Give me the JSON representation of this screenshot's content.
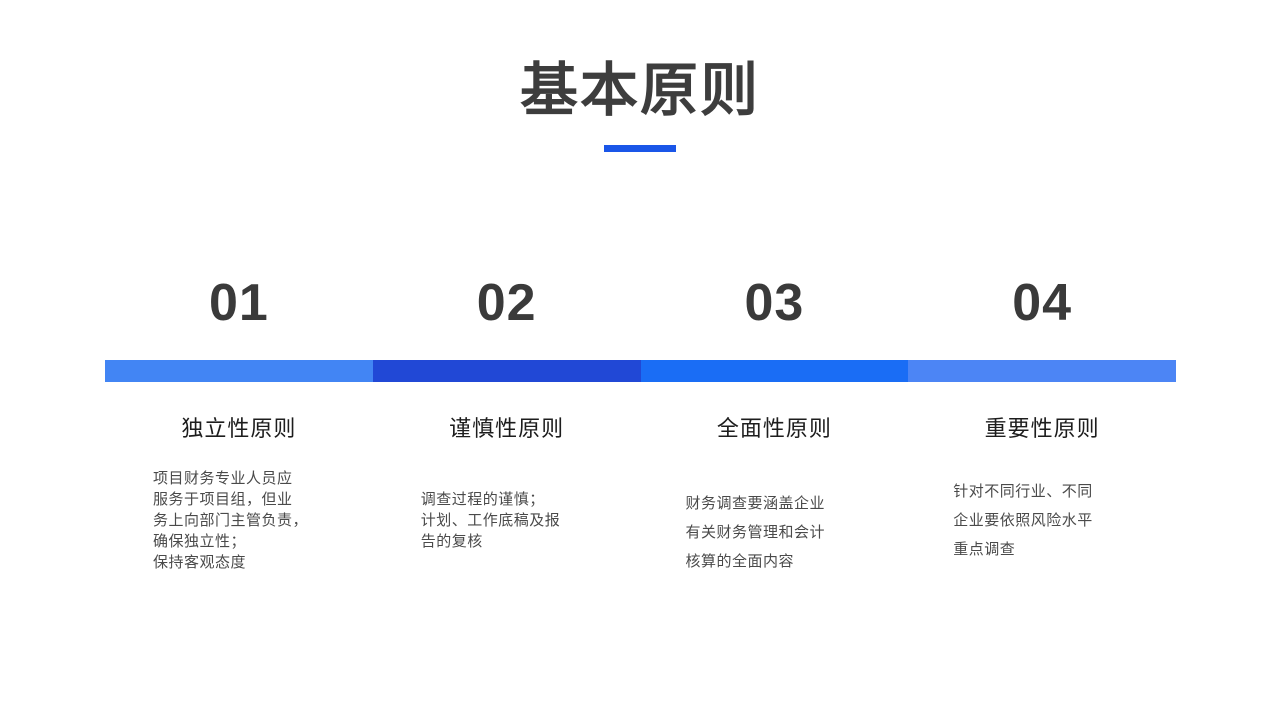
{
  "slide": {
    "background_color": "#ffffff",
    "title": "基本原则",
    "title_color": "#3d3d3d",
    "accent_color": "#1a56e8"
  },
  "steps": [
    {
      "number": "01",
      "heading": "独立性原则",
      "body": "项目财务专业人员应\n服务于项目组，但业\n务上向部门主管负责，\n确保独立性；\n保持客观态度",
      "bar_color": "#4285f4"
    },
    {
      "number": "02",
      "heading": "谨慎性原则",
      "body": "调查过程的谨慎；\n计划、工作底稿及报\n告的复核",
      "bar_color": "#2148d6"
    },
    {
      "number": "03",
      "heading": "全面性原则",
      "body": "财务调查要涵盖企业\n有关财务管理和会计\n核算的全面内容",
      "bar_color": "#1a6df5"
    },
    {
      "number": "04",
      "heading": "重要性原则",
      "body": "针对不同行业、不同\n企业要依照风险水平\n重点调查",
      "bar_color": "#4c85f5"
    }
  ]
}
